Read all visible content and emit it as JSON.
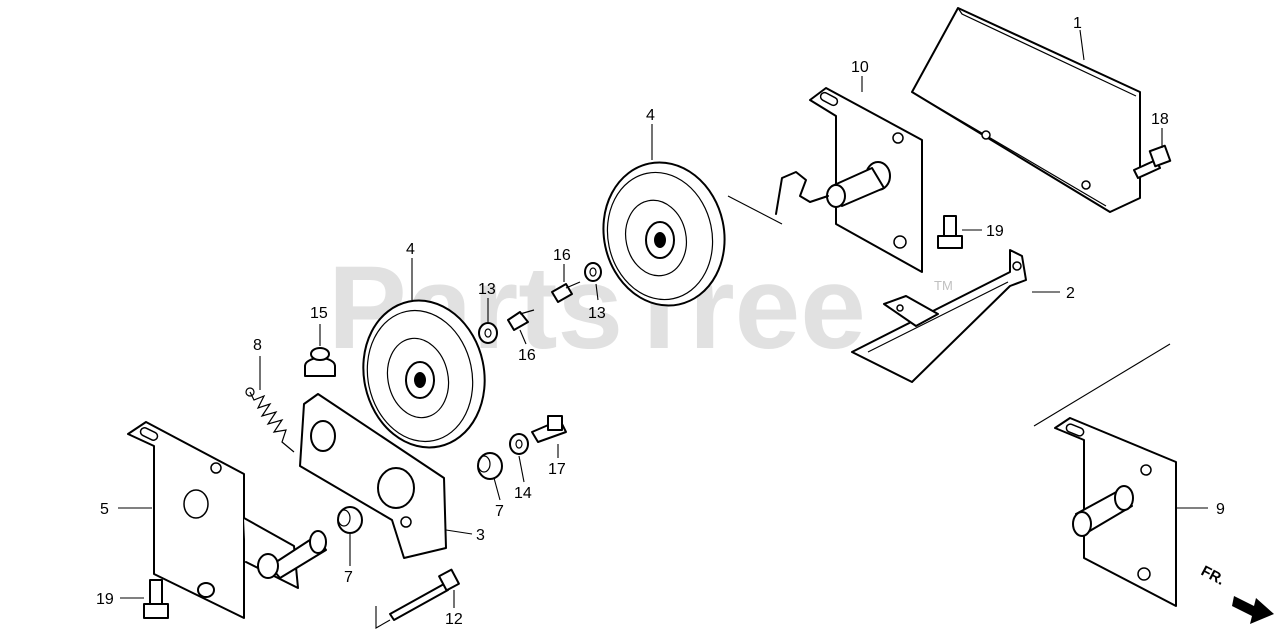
{
  "watermark": {
    "text": "PartsTree",
    "tm": "TM"
  },
  "front_marker": {
    "label": "FR."
  },
  "callouts": [
    {
      "id": "c1",
      "label": "1"
    },
    {
      "id": "c2",
      "label": "2"
    },
    {
      "id": "c3",
      "label": "3"
    },
    {
      "id": "c4a",
      "label": "4"
    },
    {
      "id": "c4b",
      "label": "4"
    },
    {
      "id": "c5",
      "label": "5"
    },
    {
      "id": "c7a",
      "label": "7"
    },
    {
      "id": "c7b",
      "label": "7"
    },
    {
      "id": "c8",
      "label": "8"
    },
    {
      "id": "c9",
      "label": "9"
    },
    {
      "id": "c10",
      "label": "10"
    },
    {
      "id": "c12",
      "label": "12"
    },
    {
      "id": "c13a",
      "label": "13"
    },
    {
      "id": "c13b",
      "label": "13"
    },
    {
      "id": "c14",
      "label": "14"
    },
    {
      "id": "c15",
      "label": "15"
    },
    {
      "id": "c16a",
      "label": "16"
    },
    {
      "id": "c16b",
      "label": "16"
    },
    {
      "id": "c17",
      "label": "17"
    },
    {
      "id": "c18",
      "label": "18"
    },
    {
      "id": "c19a",
      "label": "19"
    },
    {
      "id": "c19b",
      "label": "19"
    }
  ]
}
